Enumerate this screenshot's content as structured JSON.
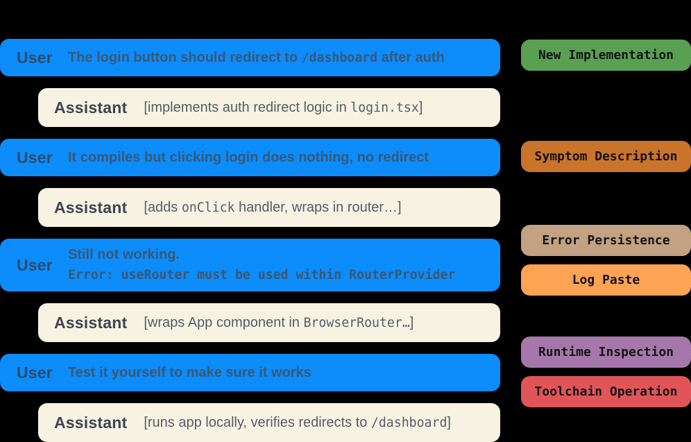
{
  "colors": {
    "canvas-bg": "#000000",
    "user-bubble": "#0d8cfc",
    "user-role-text": "#2c4c68",
    "user-msg-text": "#3a5872",
    "assistant-bubble": "#f8f2e3",
    "assistant-role-text": "#40444f",
    "assistant-msg-text": "#565b63",
    "tag-text": "#141414"
  },
  "conversation": [
    {
      "role": "User",
      "lines": [
        [
          {
            "t": "The login button should redirect to "
          },
          {
            "t": "/dashboard",
            "mono": true
          },
          {
            "t": " after auth"
          }
        ]
      ]
    },
    {
      "role": "Assistant",
      "lines": [
        [
          {
            "t": "[implements auth redirect logic in "
          },
          {
            "t": "login.tsx",
            "mono": true
          },
          {
            "t": "]"
          }
        ]
      ]
    },
    {
      "role": "User",
      "lines": [
        [
          {
            "t": "It compiles but clicking login does nothing, no redirect"
          }
        ]
      ]
    },
    {
      "role": "Assistant",
      "lines": [
        [
          {
            "t": "[adds "
          },
          {
            "t": "onClick",
            "mono": true
          },
          {
            "t": " handler, wraps in router…]"
          }
        ]
      ]
    },
    {
      "role": "User",
      "lines": [
        [
          {
            "t": "Still not working."
          }
        ],
        [
          {
            "t": "Error: useRouter must be used within RouterProvider",
            "mono": true
          }
        ]
      ]
    },
    {
      "role": "Assistant",
      "lines": [
        [
          {
            "t": "[wraps App component in "
          },
          {
            "t": "BrowserRouter…",
            "mono": true
          },
          {
            "t": "]"
          }
        ]
      ]
    },
    {
      "role": "User",
      "lines": [
        [
          {
            "t": "Test it yourself to make sure it works"
          }
        ]
      ]
    },
    {
      "role": "Assistant",
      "lines": [
        [
          {
            "t": "[runs app locally, verifies redirects to "
          },
          {
            "t": "/dashboard",
            "mono": true
          },
          {
            "t": "]"
          }
        ]
      ]
    }
  ],
  "tags": [
    {
      "label": "New Implementation",
      "color": "#59a052"
    },
    {
      "label": "Symptom Description",
      "color": "#c9732b"
    },
    {
      "label": "Error Persistence",
      "color": "#c2a283"
    },
    {
      "label": "Log Paste",
      "color": "#fda354"
    },
    {
      "label": "Runtime Inspection",
      "color": "#a677ab"
    },
    {
      "label": "Toolchain Operation",
      "color": "#e15559"
    }
  ]
}
